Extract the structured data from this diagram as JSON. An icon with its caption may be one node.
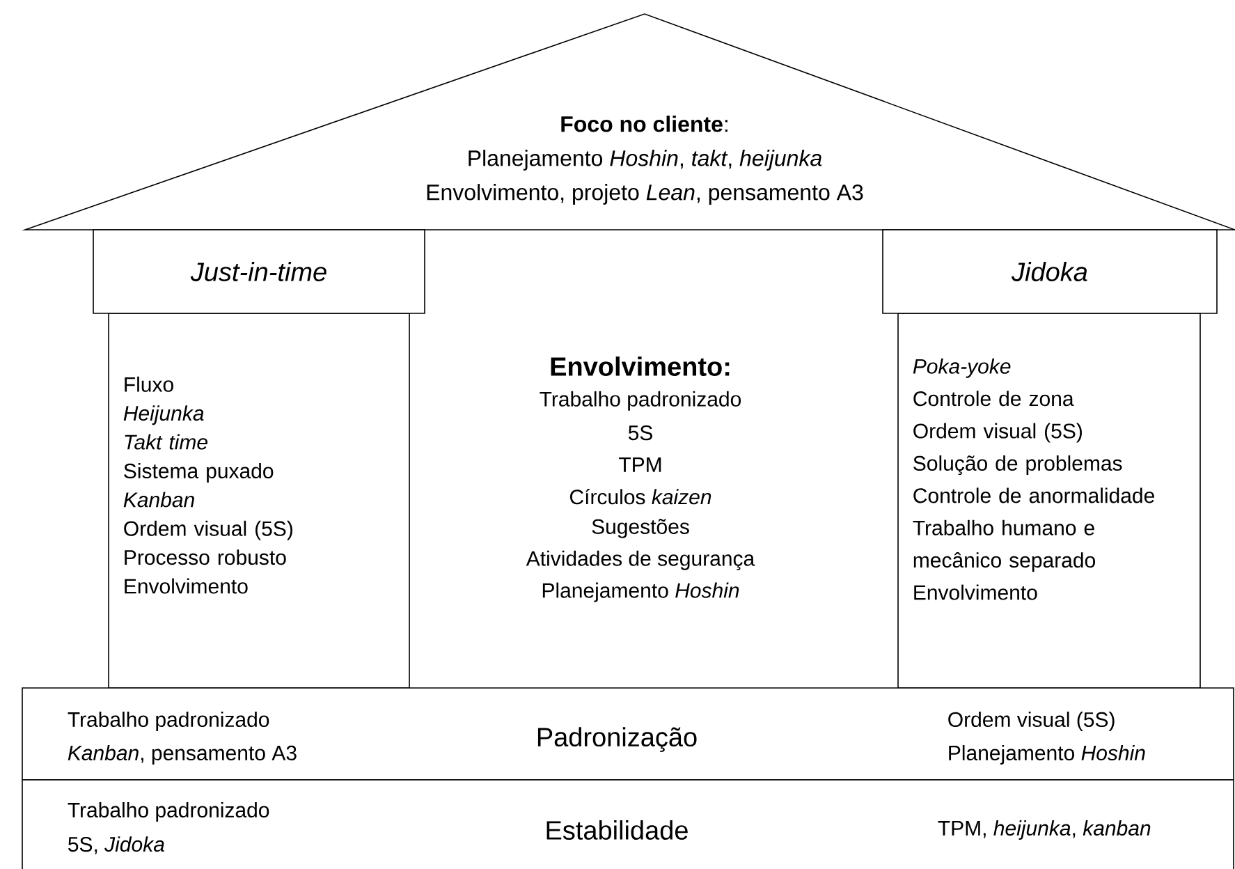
{
  "diagram": {
    "nodes": [
      {
        "text": [
          "**Foco no cliente**:",
          "Planejamento *Hoshin*, *takt*, *heijunka*",
          "Envolvimento, projeto *Lean*, pensamento A3"
        ]
      },
      {
        "text": [
          "Just-in-time"
        ]
      },
      {
        "text": [
          "Fluxo",
          "Heijunka",
          "Takt time",
          "Sistema puxado",
          "Kanban",
          "Ordem visual (5S)",
          "Processo robusto",
          "Envolvimento"
        ]
      },
      {
        "text": [
          "Jidoka"
        ]
      },
      {
        "text": [
          "Poka-yoke",
          "Controle de zona",
          "Ordem visual (5S)",
          "Solução de problemas",
          "Controle de anormalidade",
          "Trabalho humano e mecânico separado",
          "Envolvimento"
        ]
      },
      {
        "text": [
          "Trabalho padronizado",
          "*Kanban*, pensamento A3",
          "Padronização",
          "Ordem visual (5S)",
          "Planejamento *Hoshin*"
        ]
      },
      {
        "text": [
          "Trabalho padronizado",
          "5S, *Jidoka*",
          "Estabilidade",
          "TPM, *heijunka*, *kanban*"
        ]
      }
    ],
    "labels": [
      "Envolvimento:",
      "Trabalho padronizado",
      "5S",
      "TPM",
      "Círculos *kaizen*",
      "Sugestões",
      "Atividades de segurança",
      "Planejamento *Hoshin*"
    ]
  }
}
